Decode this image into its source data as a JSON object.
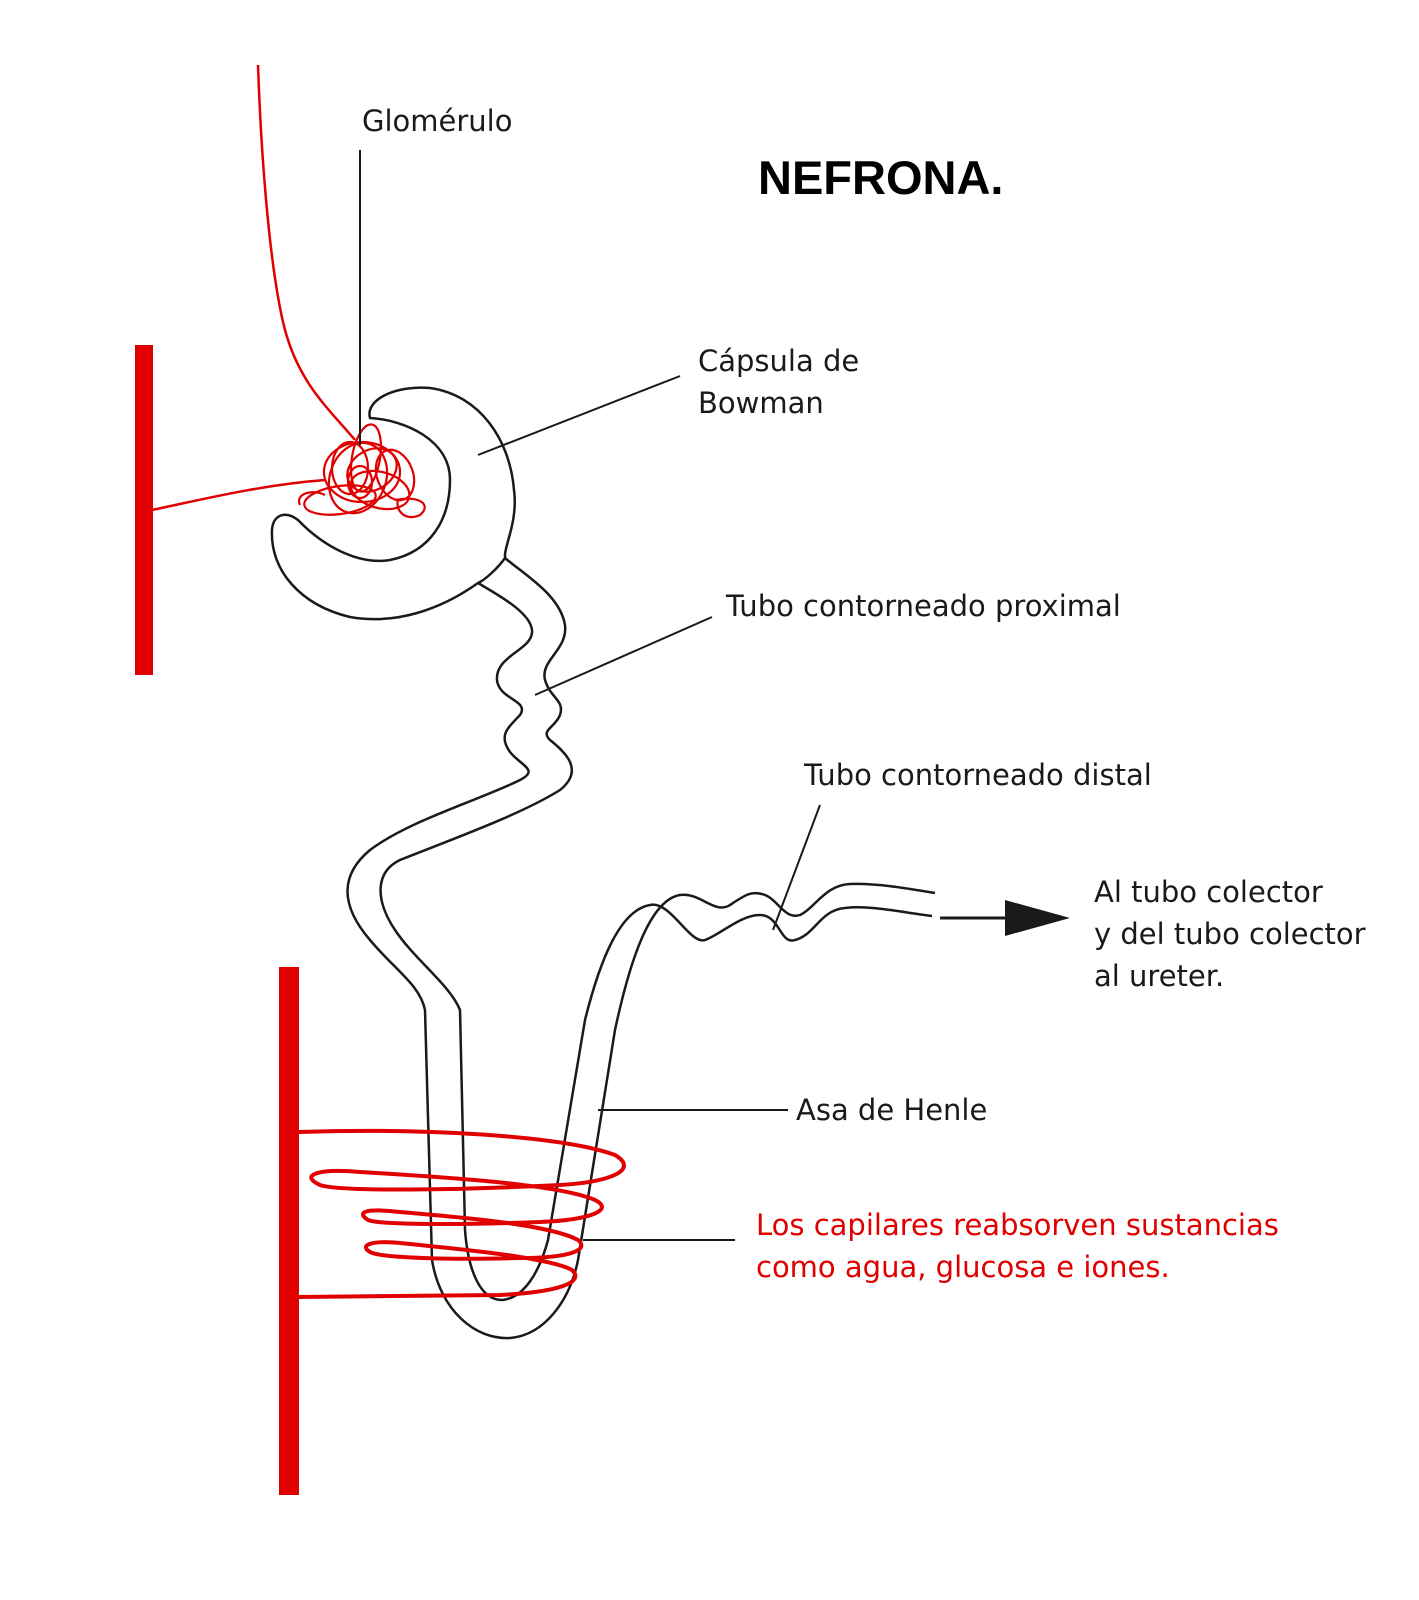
{
  "title": "NEFRONA.",
  "labels": {
    "glomerulo": "Glomérulo",
    "capsula_line1": "Cápsula de",
    "capsula_line2": "Bowman",
    "proximal": "Tubo contorneado proximal",
    "distal": "Tubo contorneado distal",
    "colector_line1": "Al tubo colector",
    "colector_line2": "y del tubo colector",
    "colector_line3": "al ureter.",
    "henle": "Asa de Henle",
    "capilares_line1": "Los capilares reabsorven sustancias",
    "capilares_line2": "como agua, glucosa e iones."
  },
  "colors": {
    "vessel": "#e00000",
    "tubule": "#1a1a1a",
    "background": "#ffffff"
  }
}
